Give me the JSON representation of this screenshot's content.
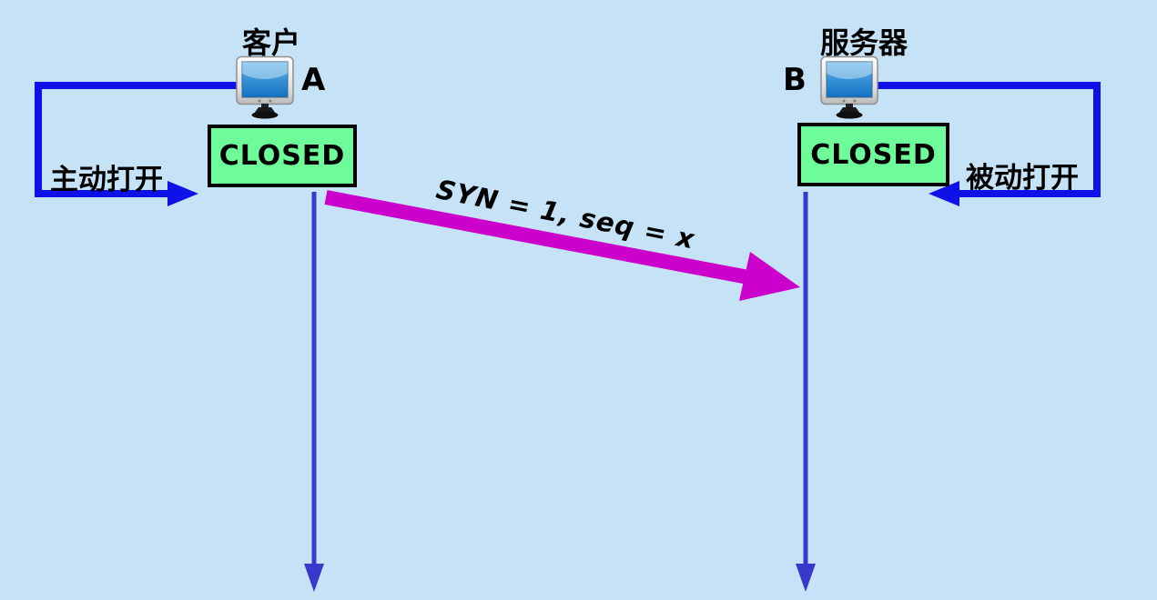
{
  "diagram": {
    "client": {
      "role": "客户",
      "node": "A",
      "state": "CLOSED",
      "open_action": "主动打开"
    },
    "server": {
      "role": "服务器",
      "node": "B",
      "state": "CLOSED",
      "open_action": "被动打开"
    },
    "message": {
      "text": "SYN = 1, seq = x"
    },
    "colors": {
      "background": "#c6e2f6",
      "open_arrow_blue": "#0f12e8",
      "timeline_blue": "#3838cc",
      "message_magenta": "#cb00cb",
      "state_box_green": "#6efb99",
      "text_black": "#000000"
    }
  }
}
